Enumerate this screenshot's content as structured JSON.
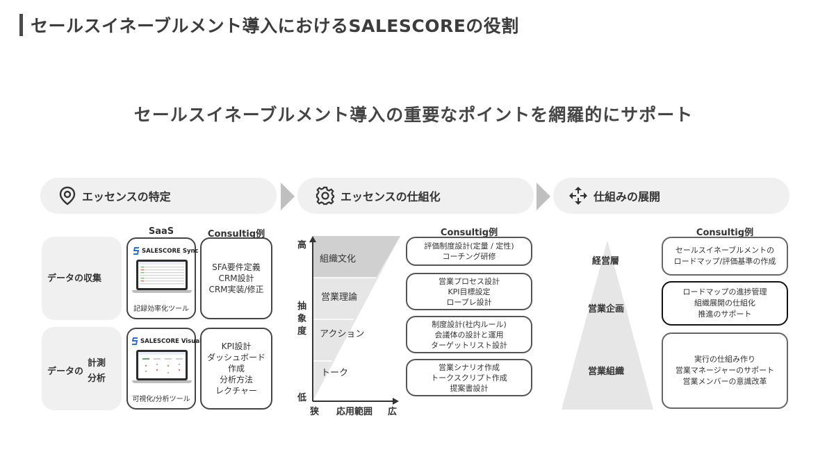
{
  "page": {
    "title": "セールスイネーブルメント導入におけるSALESCOREの役割",
    "subtitle": "セールスイネーブルメント導入の重要なポイントを網羅的にサポート"
  },
  "steps": [
    {
      "label": "エッセンスの特定",
      "icon": "location-pin-icon"
    },
    {
      "label": "エッセンスの仕組化",
      "icon": "gear-icon"
    },
    {
      "label": "仕組みの展開",
      "icon": "move-arrows-icon"
    }
  ],
  "section1": {
    "col_saas": "SaaS",
    "col_consulting": "Consultig例",
    "rows": [
      {
        "label": "データの収集",
        "product": "SALESCORE Sync",
        "product_caption": "記録効率化ツール",
        "consulting": [
          "SFA要件定義",
          "CRM設計",
          "CRM実装/修正"
        ]
      },
      {
        "label_a": "データの",
        "label_b1": "計測",
        "label_b2": "分析",
        "product": "SALESCORE Visualize",
        "product_caption": "可視化/分析ツール",
        "consulting": [
          "KPI設計",
          "ダッシュボード",
          "作成",
          "分析方法",
          "レクチャー"
        ]
      }
    ]
  },
  "section2": {
    "axis_high": "高",
    "axis_low": "低",
    "axis_y": [
      "抽",
      "象",
      "度"
    ],
    "axis_narrow": "狭",
    "axis_x": "応用範囲",
    "axis_wide": "広",
    "levels": [
      "組織文化",
      "営業理論",
      "アクション",
      "トーク"
    ],
    "col_consulting": "Consultig例",
    "consulting": [
      [
        "評価制度設計(定量 / 定性)",
        "コーチング研修"
      ],
      [
        "営業プロセス設計",
        "KPI目標設定",
        "ロープレ設計"
      ],
      [
        "制度設計(社内ルール)",
        "会議体の設計と運用",
        "ターゲットリスト設計"
      ],
      [
        "営業シナリオ作成",
        "トークスクリプト作成",
        "提案書設計"
      ]
    ]
  },
  "section3": {
    "col_consulting": "Consultig例",
    "levels": [
      "経営層",
      "営業企画",
      "営業組織"
    ],
    "consulting": [
      [
        "セールスイネーブルメントの",
        "ロードマップ/評価基準の作成"
      ],
      [
        "ロードマップの進捗管理",
        "組織展開の仕組化",
        "推進のサポート"
      ],
      [
        "実行の仕組み作り",
        "営業マネージャーのサポート",
        "営業メンバーの意識改革"
      ]
    ]
  },
  "colors": {
    "step_bg": "#f0f0f0",
    "row_bg": "#f0f0f0",
    "chevron": "#bfbfbf",
    "triangle": "#e6e6e6",
    "triangle_dark": "#d0d0d0",
    "text": "#333333"
  }
}
